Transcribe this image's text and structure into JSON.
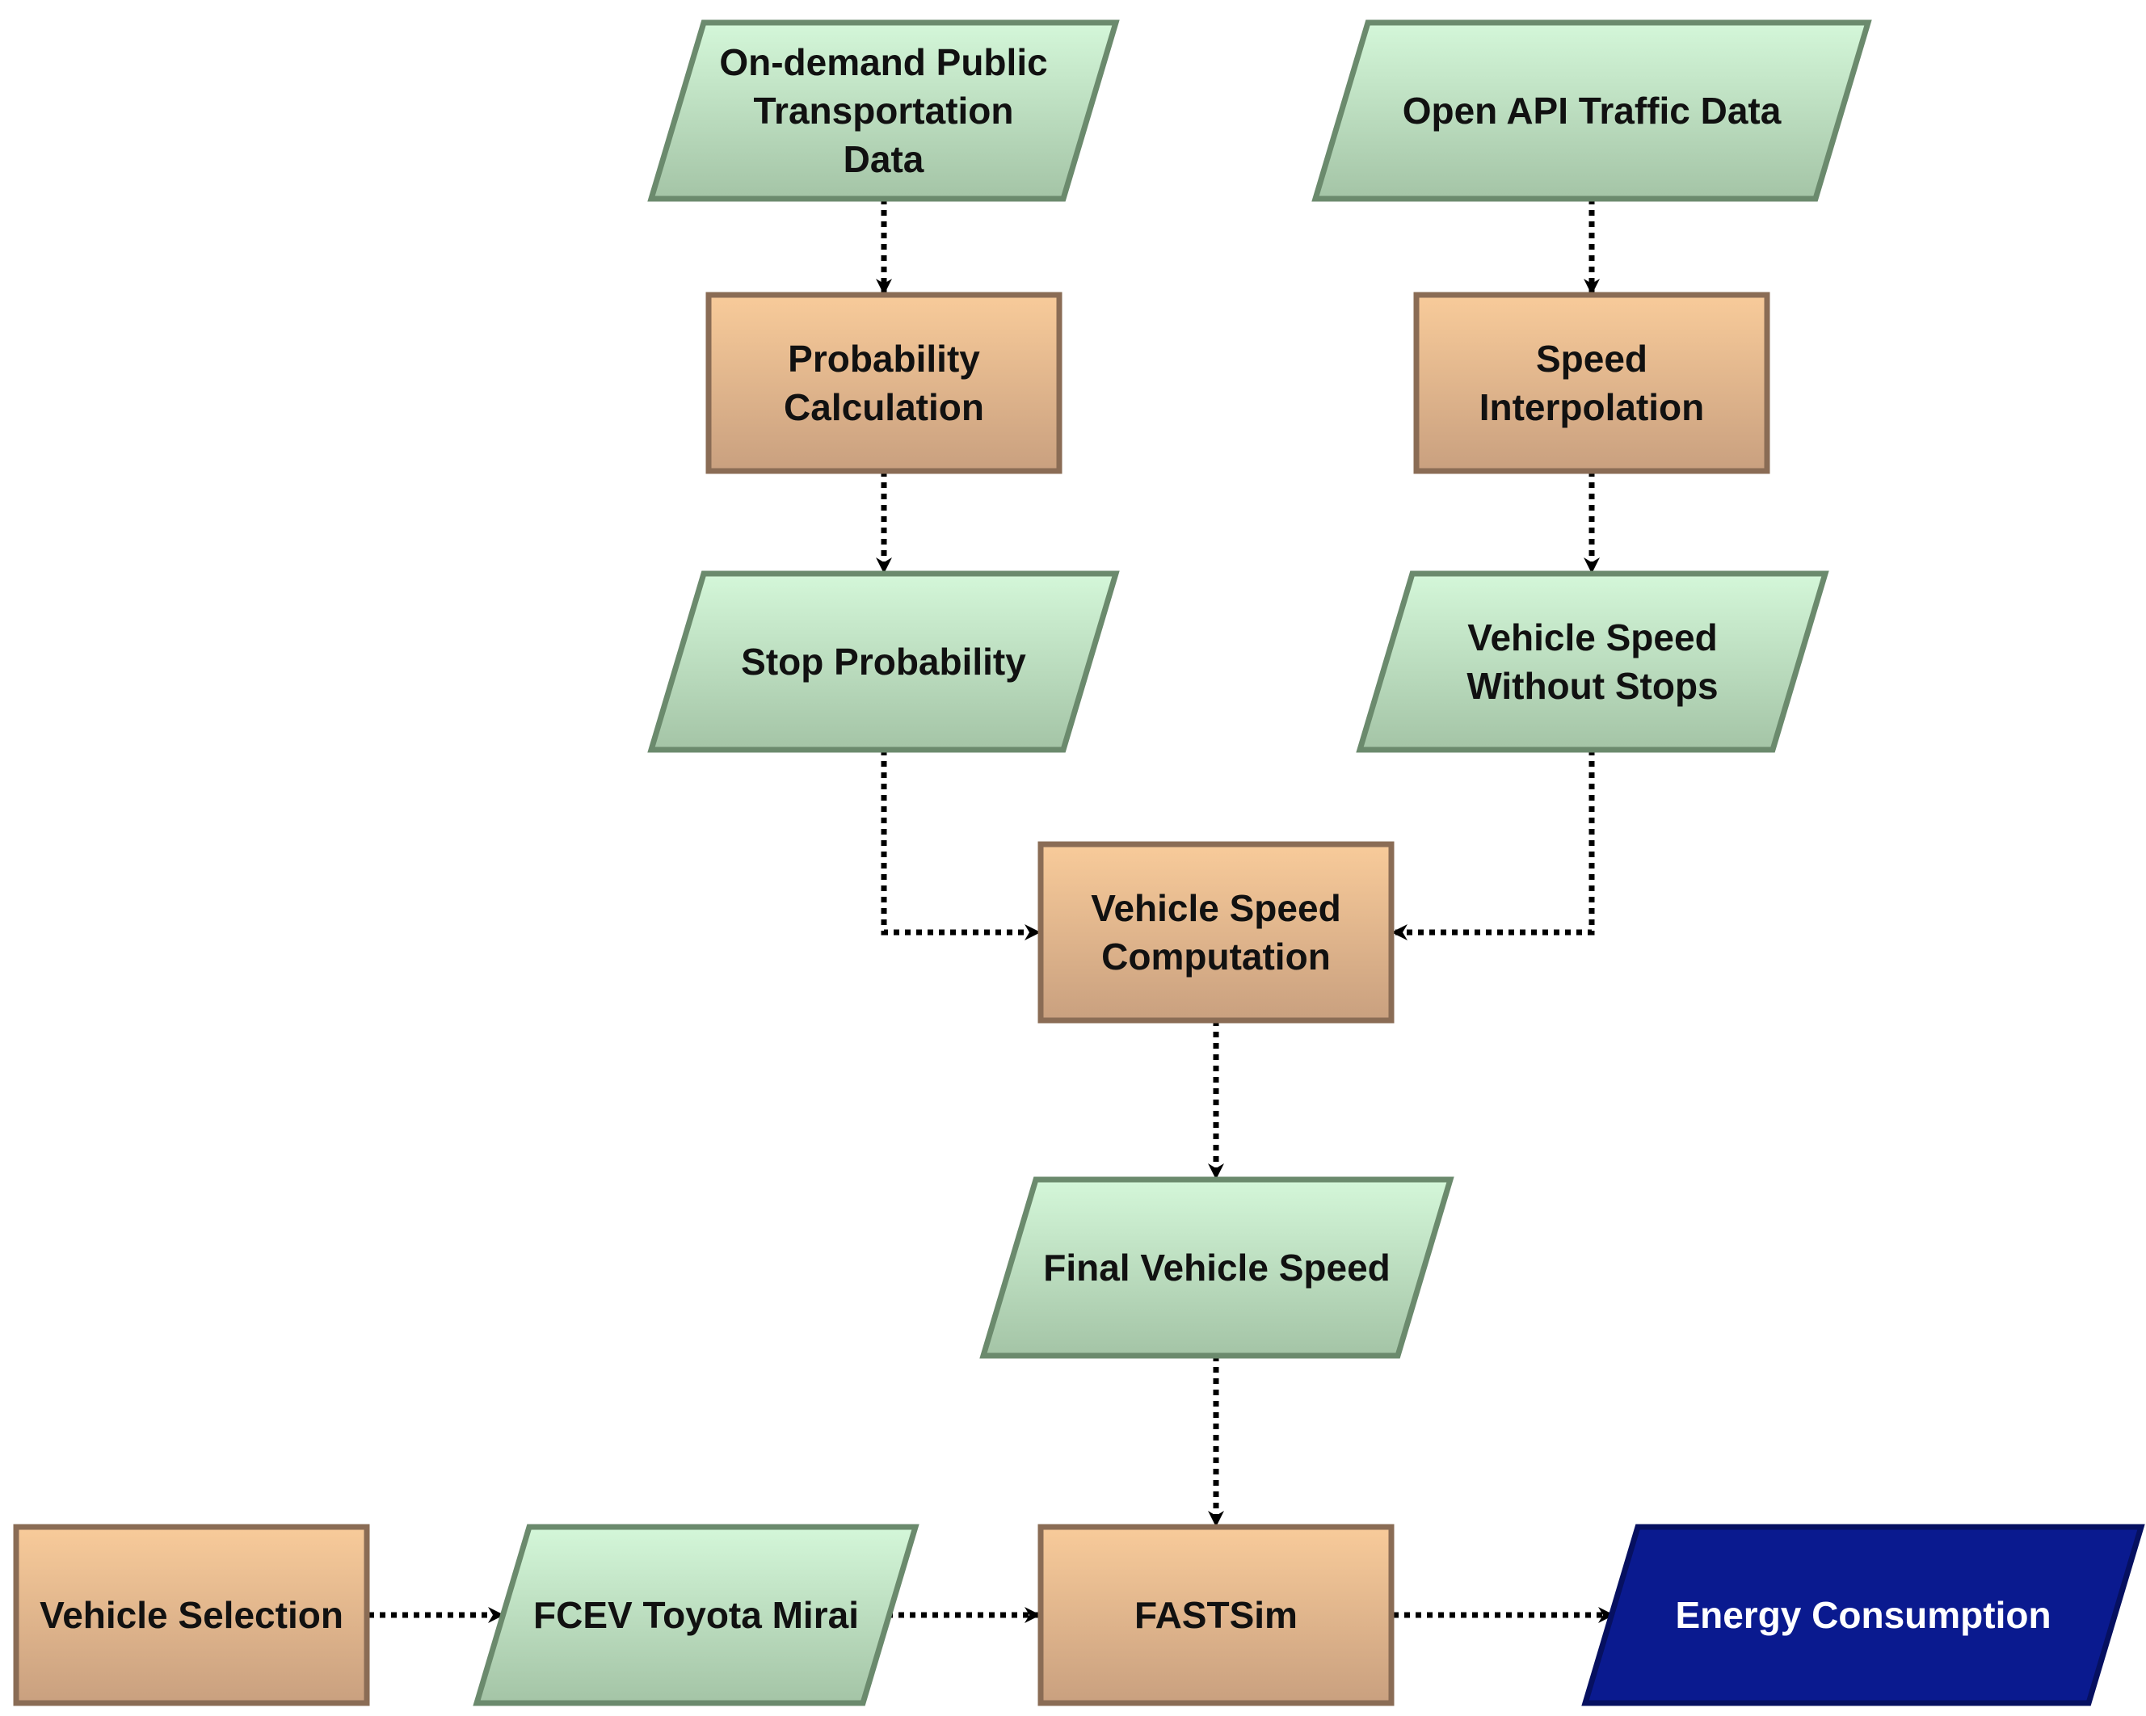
{
  "colors": {
    "data_fill_top": "#d4f7d9",
    "data_fill_bottom": "#a4c4a6",
    "data_border": "#6b8a6d",
    "process_fill_top": "#f8cb9a",
    "process_fill_bottom": "#c9a07f",
    "process_border": "#8a6c55",
    "output_fill": "#0a1a8f",
    "output_border": "#061060",
    "arrow": "#000000"
  },
  "nodes": {
    "on_demand": {
      "label": "On-demand Public\nTransportation\nData",
      "shape": "data"
    },
    "open_api": {
      "label": "Open API Traffic Data",
      "shape": "data"
    },
    "prob_calc": {
      "label": "Probability\nCalculation",
      "shape": "process"
    },
    "speed_interp": {
      "label": "Speed\nInterpolation",
      "shape": "process"
    },
    "stop_prob": {
      "label": "Stop Probability",
      "shape": "data"
    },
    "speed_no_stops": {
      "label": "Vehicle Speed\nWithout Stops",
      "shape": "data"
    },
    "speed_comp": {
      "label": "Vehicle Speed\nComputation",
      "shape": "process"
    },
    "final_speed": {
      "label": "Final Vehicle Speed",
      "shape": "data"
    },
    "vehicle_sel": {
      "label": "Vehicle Selection",
      "shape": "process"
    },
    "fcev": {
      "label": "FCEV Toyota Mirai",
      "shape": "data"
    },
    "fastsim": {
      "label": "FASTSim",
      "shape": "process"
    },
    "energy": {
      "label": "Energy Consumption",
      "shape": "output"
    }
  },
  "edges": [
    {
      "from": "on_demand",
      "to": "prob_calc",
      "style": "dotted"
    },
    {
      "from": "open_api",
      "to": "speed_interp",
      "style": "dotted"
    },
    {
      "from": "prob_calc",
      "to": "stop_prob",
      "style": "dotted"
    },
    {
      "from": "speed_interp",
      "to": "speed_no_stops",
      "style": "dotted"
    },
    {
      "from": "stop_prob",
      "to": "speed_comp",
      "style": "dotted"
    },
    {
      "from": "speed_no_stops",
      "to": "speed_comp",
      "style": "dotted"
    },
    {
      "from": "speed_comp",
      "to": "final_speed",
      "style": "dotted"
    },
    {
      "from": "final_speed",
      "to": "fastsim",
      "style": "dotted"
    },
    {
      "from": "vehicle_sel",
      "to": "fcev",
      "style": "dotted"
    },
    {
      "from": "fcev",
      "to": "fastsim",
      "style": "dotted"
    },
    {
      "from": "fastsim",
      "to": "energy",
      "style": "dotted"
    }
  ]
}
